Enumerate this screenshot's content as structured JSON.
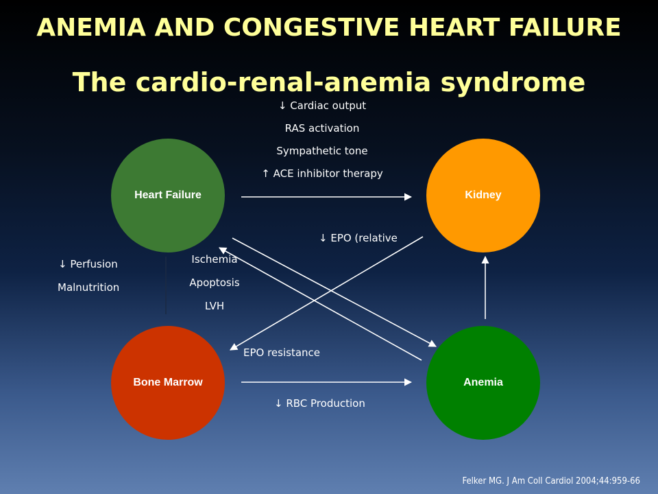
{
  "title": "ANEMIA AND CONGESTIVE HEART FAILURE",
  "subtitle": "The cardio-renal-anemia syndrome",
  "nodes": {
    "heart_failure": {
      "label": "Heart  Failure",
      "color": "#3d7a33"
    },
    "kidney": {
      "label": "Kidney",
      "color": "#ff9900"
    },
    "bone_marrow": {
      "label": "Bone Marrow",
      "color": "#cc3300"
    },
    "anemia": {
      "label": "Anemia",
      "color": "#008000"
    }
  },
  "labels": {
    "hf_to_kidney": [
      "↓ Cardiac output",
      "RAS activation",
      "Sympathetic tone",
      "↑ ACE inhibitor therapy"
    ],
    "kidney_to_bm": "↓ EPO (relative",
    "hf_to_bm": [
      "↓ Perfusion",
      "Malnutrition"
    ],
    "anemia_to_hf": [
      "Ischemia",
      "Apoptosis",
      "LVH"
    ],
    "bm_resist": "EPO resistance",
    "bm_to_anemia": "↓ RBC Production"
  },
  "citation": "Felker MG. J Am Coll Cardiol 2004;44:959-66",
  "colors": {
    "title": "#ffff99",
    "arrow": "#ffffff"
  }
}
